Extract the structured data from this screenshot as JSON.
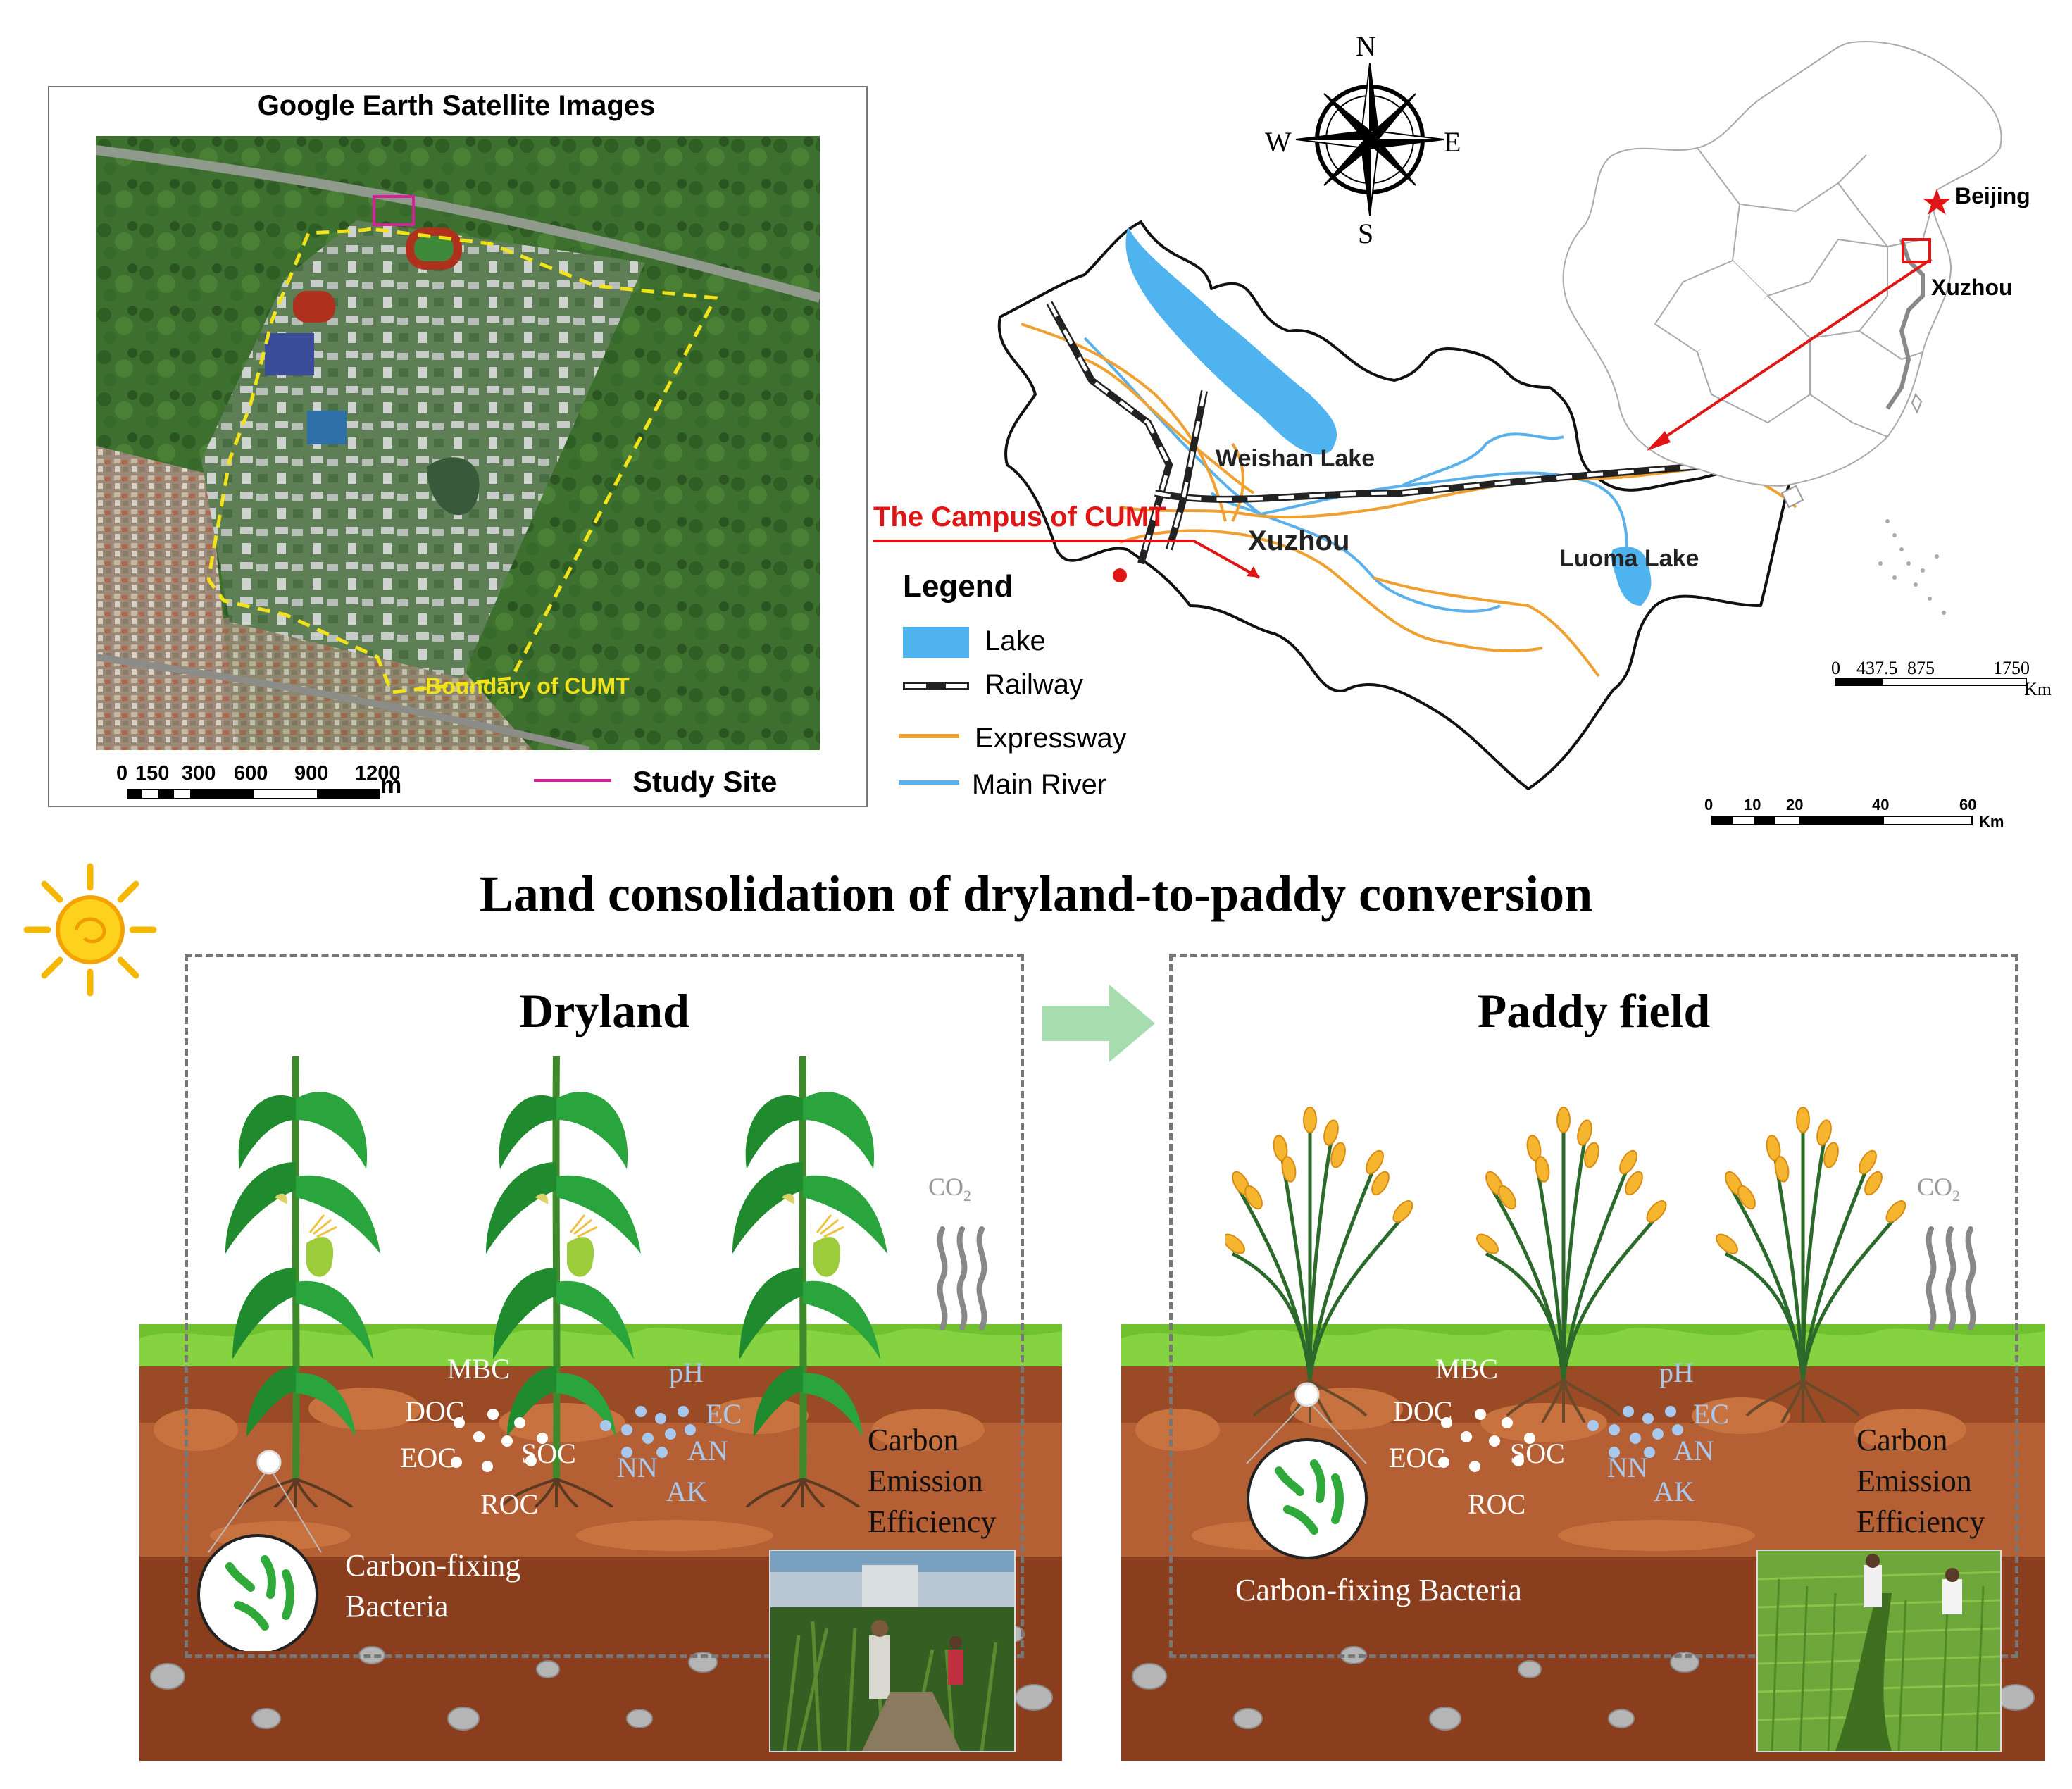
{
  "satellite_panel": {
    "title": "Google Earth Satellite Images",
    "boundary_label": "Boundary of CUMT",
    "scale_ticks": [
      "0",
      "150",
      "300",
      "600",
      "900",
      "1200"
    ],
    "scale_unit": "m",
    "study_site_label": "Study Site",
    "colors": {
      "boundary": "#f2e21a",
      "study_site": "#d81f9c"
    }
  },
  "regional_map": {
    "compass": {
      "n": "N",
      "s": "S",
      "e": "E",
      "w": "W"
    },
    "labels": {
      "weishan_lake": "Weishan Lake",
      "xuzhou_city": "Xuzhou",
      "luoma_lake": "Luoma Lake",
      "campus": "The Campus of CUMT"
    },
    "legend": {
      "title": "Legend",
      "items": [
        {
          "label": "Lake",
          "symbol": "lake-swatch"
        },
        {
          "label": "Railway",
          "symbol": "railway-line"
        },
        {
          "label": "Expressway",
          "symbol": "expressway-line"
        },
        {
          "label": "Main River",
          "symbol": "river-line"
        }
      ]
    },
    "scale_ticks": [
      "0",
      "10",
      "20",
      "40",
      "60"
    ],
    "scale_unit": "Km",
    "colors": {
      "lake": "#4fb3f0",
      "expressway": "#f0a030",
      "river": "#5ab0ea",
      "campus": "#e01515"
    }
  },
  "china_map": {
    "beijing_label": "Beijing",
    "xuzhou_label": "Xuzhou",
    "scale_ticks": [
      "0",
      "437.5",
      "875",
      "1750"
    ],
    "scale_unit": "Km"
  },
  "conversion": {
    "title": "Land consolidation of dryland-to-paddy conversion",
    "dryland": {
      "title": "Dryland",
      "co2": "CO",
      "co2_sub": "2",
      "indicators": [
        "MBC",
        "DOC",
        "EOC",
        "SOC",
        "ROC",
        "pH",
        "EC",
        "AN",
        "NN",
        "AK"
      ],
      "carbon_efficiency": [
        "Carbon",
        "Emission",
        "Efficiency"
      ],
      "bacteria": [
        "Carbon-fixing",
        "Bacteria"
      ]
    },
    "paddy": {
      "title": "Paddy field",
      "co2": "CO",
      "co2_sub": "2",
      "indicators": [
        "MBC",
        "DOC",
        "EOC",
        "SOC",
        "ROC",
        "pH",
        "EC",
        "AN",
        "NN",
        "AK"
      ],
      "carbon_efficiency": [
        "Carbon",
        "Emission",
        "Efficiency"
      ],
      "bacteria": [
        "Carbon-fixing Bacteria"
      ]
    },
    "colors": {
      "carbon_dots": "#ffffff",
      "nutrient_dots": "#a9c8ee",
      "nutrient_text": "#a9c8ee",
      "arrow": "#a7dcae"
    }
  }
}
